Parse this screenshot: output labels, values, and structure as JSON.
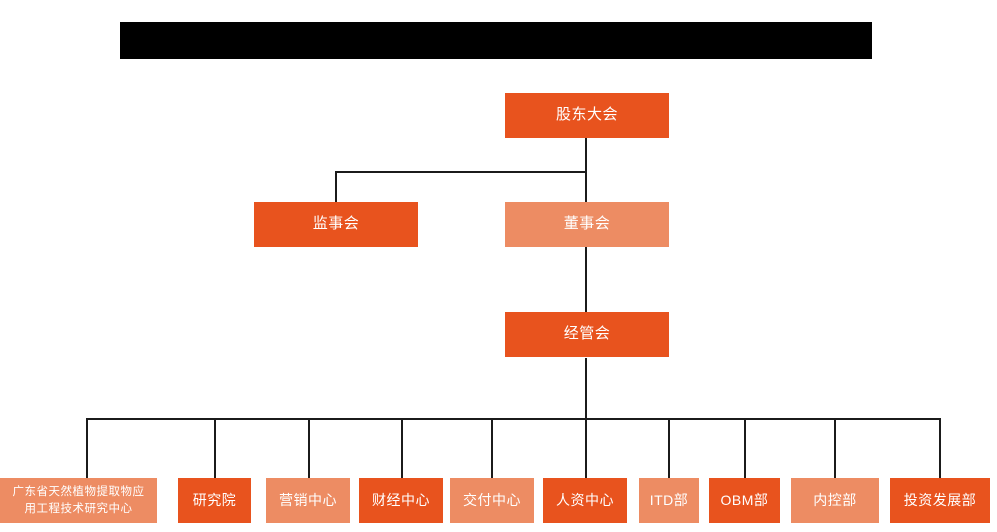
{
  "header": {
    "redacted_bar": "",
    "redacted": true
  },
  "colors": {
    "dark_orange": "#E8531E",
    "light_salmon": "#ED8C63",
    "connector": "#1b1b1b",
    "background": "#ffffff",
    "redaction": "#000000"
  },
  "org_chart": {
    "levels": [
      {
        "level": 1,
        "nodes": [
          {
            "id": "shareholders-meeting",
            "label": "股东大会",
            "tone": "dark"
          }
        ]
      },
      {
        "level": 2,
        "nodes": [
          {
            "id": "board-of-supervisors",
            "label": "监事会",
            "tone": "dark"
          },
          {
            "id": "board-of-directors",
            "label": "董事会",
            "tone": "light"
          }
        ]
      },
      {
        "level": 3,
        "nodes": [
          {
            "id": "management-committee",
            "label": "经管会",
            "tone": "dark"
          }
        ]
      },
      {
        "level": 4,
        "nodes": [
          {
            "id": "research-center",
            "label_line1": "广东省天然植物提取物应",
            "label_line2": "用工程技术研究中心",
            "tone": "light"
          },
          {
            "id": "research-institute",
            "label": "研究院",
            "tone": "dark"
          },
          {
            "id": "marketing-center",
            "label": "营销中心",
            "tone": "light"
          },
          {
            "id": "finance-center",
            "label": "财经中心",
            "tone": "dark"
          },
          {
            "id": "delivery-center",
            "label": "交付中心",
            "tone": "light"
          },
          {
            "id": "hr-center",
            "label": "人资中心",
            "tone": "dark"
          },
          {
            "id": "itd-department",
            "label": "ITD部",
            "tone": "light"
          },
          {
            "id": "obm-department",
            "label": "OBM部",
            "tone": "dark"
          },
          {
            "id": "internal-control-department",
            "label": "内控部",
            "tone": "light"
          },
          {
            "id": "investment-development-department",
            "label": "投资发展部",
            "tone": "dark"
          }
        ]
      }
    ]
  }
}
